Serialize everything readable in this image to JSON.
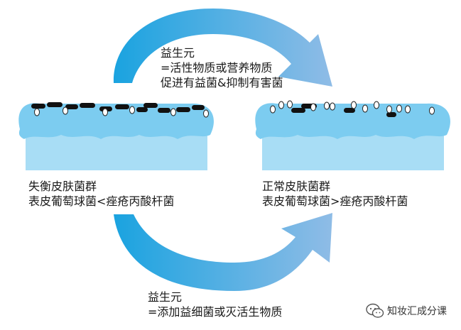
{
  "top_arrow": {
    "lines": [
      "益生元",
      "=活性物质或营养物质",
      "促进有益菌&抑制有害菌"
    ]
  },
  "left_panel": {
    "lines": [
      "失衡皮肤菌群",
      "表皮葡萄球菌<痤疮丙酸杆菌"
    ]
  },
  "right_panel": {
    "lines": [
      "正常皮肤菌群",
      "表皮葡萄球菌>痤疮丙酸杆菌"
    ]
  },
  "bottom_arrow": {
    "lines": [
      "益生元",
      "=添加益细菌或灭活生物质"
    ]
  },
  "watermark": {
    "icon": "wechat-icon",
    "text": "知妆汇成分课"
  },
  "colors": {
    "arrow_dark": "#1AA3E0",
    "arrow_light": "#8FBCE6",
    "skin_body": "#A8DDF5",
    "skin_surface": "#7CCCF0",
    "bad_bacteria": "#111111",
    "good_bacteria": "#FFFFFF"
  }
}
